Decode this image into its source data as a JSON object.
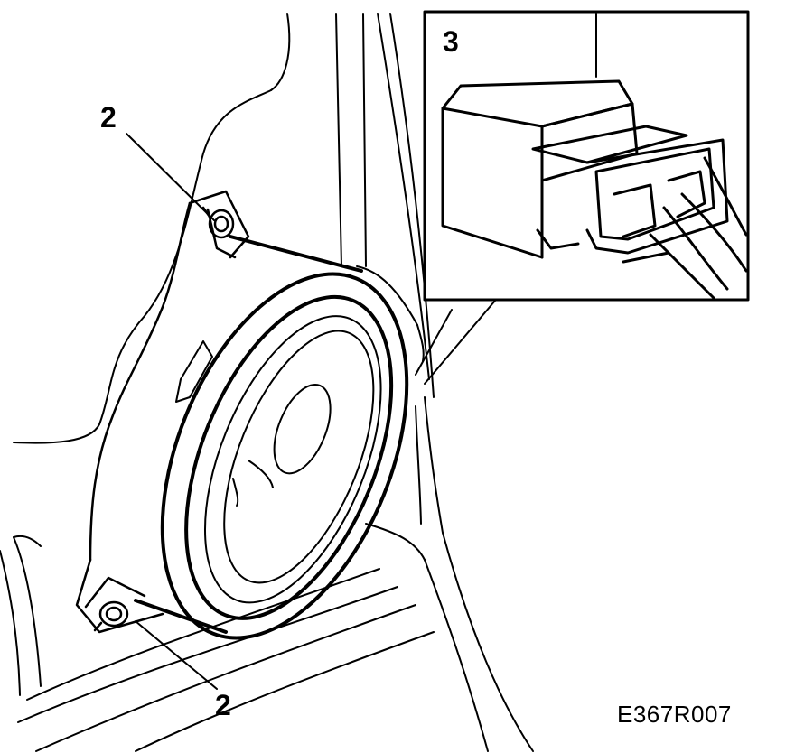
{
  "callouts": {
    "fastener_top": "2",
    "fastener_bottom": "2",
    "connector_inset": "3"
  },
  "figure_code": "E367R007",
  "icons": [
    "speaker-icon",
    "screw-icon",
    "connector-icon"
  ],
  "colors": {
    "line": "#000000",
    "background": "#ffffff"
  }
}
